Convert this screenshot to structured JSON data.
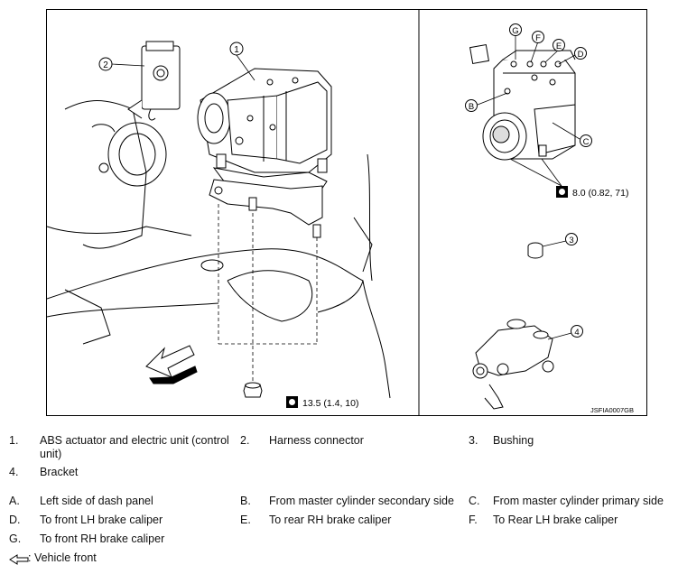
{
  "figure": {
    "callouts_left": {
      "c1": "1",
      "c2": "2"
    },
    "callouts_right": {
      "c3": "3",
      "c4": "4",
      "A": "B",
      "C": "C",
      "D": "D",
      "E": "E",
      "F": "F",
      "G": "G"
    },
    "torque_left": "13.5 (1.4, 10)",
    "torque_right": "8.0 (0.82, 71)",
    "code": "JSFIA0007GB"
  },
  "legend": {
    "items": [
      {
        "key": "1.",
        "text": "ABS actuator and electric unit (control"
      },
      {
        "key": "",
        "text": "unit)"
      },
      {
        "key": "2.",
        "text": "Harness connector"
      },
      {
        "key": "3.",
        "text": "Bushing"
      },
      {
        "key": "4.",
        "text": "Bracket"
      },
      {
        "key": "A.",
        "text": "Left side of dash panel"
      },
      {
        "key": "B.",
        "text": "From master cylinder secondary side"
      },
      {
        "key": "C.",
        "text": "From master cylinder primary side"
      },
      {
        "key": "D.",
        "text": "To front LH brake caliper"
      },
      {
        "key": "E.",
        "text": "To rear RH brake caliper"
      },
      {
        "key": "F.",
        "text": "To Rear LH brake caliper"
      },
      {
        "key": "G.",
        "text": "To front RH brake caliper"
      }
    ],
    "vehicle_front": ": Vehicle front"
  }
}
